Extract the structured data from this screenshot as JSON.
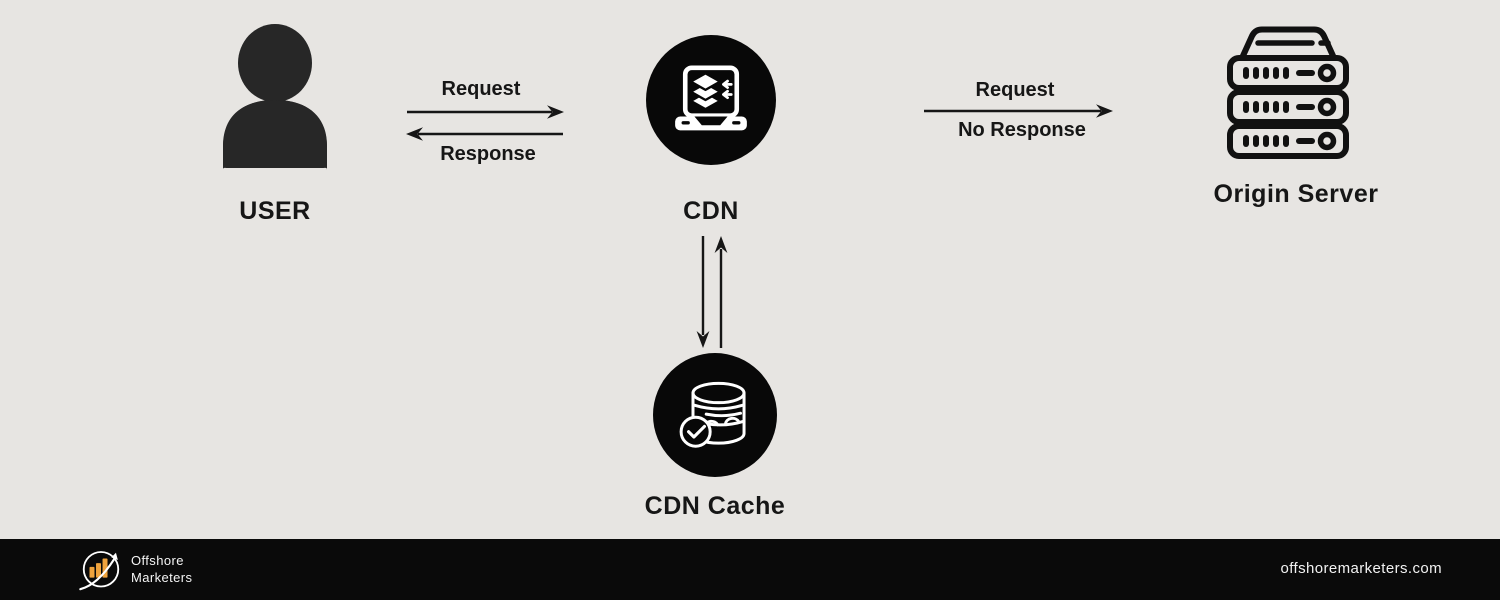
{
  "colors": {
    "background": "#e7e5e2",
    "ink": "#161616",
    "person_fill": "#272727",
    "node_circle_fill": "#080808",
    "icon_on_dark": "#ffffff",
    "server_stroke": "#111111",
    "footer_bg": "#0a0a0a",
    "footer_text": "#f2f2f2",
    "logo_accent_orange": "#efa33d"
  },
  "nodes": {
    "user": {
      "label": "USER",
      "icon": "person-icon"
    },
    "cdn": {
      "label": "CDN",
      "icon": "laptop-layers-icon"
    },
    "origin": {
      "label": "Origin Server",
      "icon": "server-rack-icon"
    },
    "cache": {
      "label": "CDN Cache",
      "icon": "database-check-icon"
    }
  },
  "edges": {
    "user_to_cdn": {
      "forward_label": "Request",
      "back_label": "Response"
    },
    "cdn_to_origin": {
      "forward_label": "Request",
      "back_label": "No Response"
    },
    "cdn_to_cache": {
      "forward_label": "",
      "back_label": ""
    }
  },
  "footer": {
    "brand_line1": "Offshore",
    "brand_line2": "Marketers",
    "website": "offshoremarketers.com"
  }
}
